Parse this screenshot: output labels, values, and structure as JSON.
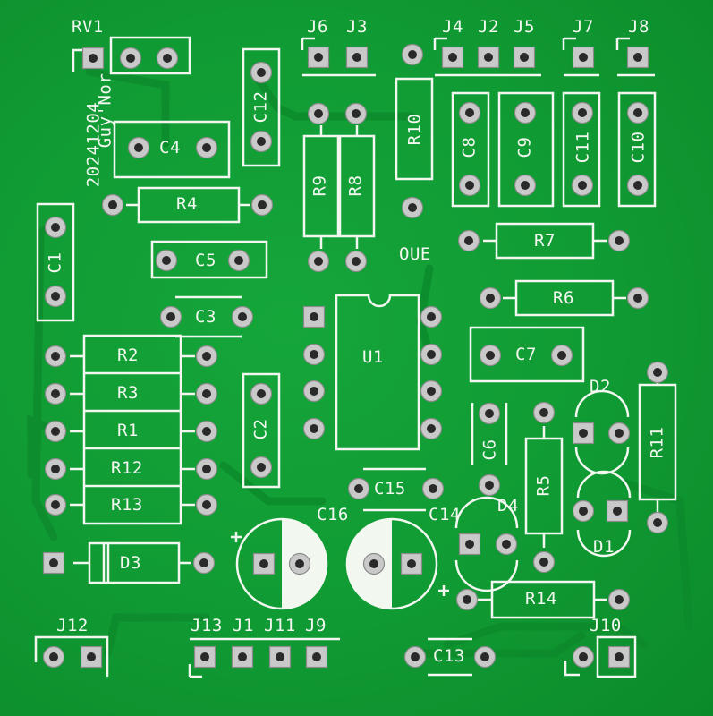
{
  "board": {
    "author_line": "Guy'Nor",
    "date_line": "20241204",
    "board_mark": "OUE"
  },
  "refs": {
    "RV1": "RV1",
    "J6": "J6",
    "J3": "J3",
    "J4": "J4",
    "J2": "J2",
    "J5": "J5",
    "J7": "J7",
    "J8": "J8",
    "C12": "C12",
    "C4": "C4",
    "R10": "R10",
    "C8": "C8",
    "C9": "C9",
    "C11": "C11",
    "C10": "C10",
    "R9": "R9",
    "R8": "R8",
    "R4": "R4",
    "C1": "C1",
    "C5": "C5",
    "R7": "R7",
    "R6": "R6",
    "C3": "C3",
    "U1": "U1",
    "C7": "C7",
    "R2": "R2",
    "R3": "R3",
    "R1": "R1",
    "R12": "R12",
    "R13": "R13",
    "C2": "C2",
    "D2": "D2",
    "C6": "C6",
    "R5": "R5",
    "R11": "R11",
    "C15": "C15",
    "C16": "C16",
    "C14": "C14",
    "D4": "D4",
    "D3": "D3",
    "D1": "D1",
    "R14": "R14",
    "J12": "J12",
    "J13": "J13",
    "J1": "J1",
    "J11": "J11",
    "J9": "J9",
    "C13": "C13",
    "J10": "J10"
  },
  "colors": {
    "soldermask": "#109a33",
    "silkscreen": "#f2f7f0",
    "pad_copper": "#c9c9c9",
    "drill": "#2a2a2a"
  }
}
